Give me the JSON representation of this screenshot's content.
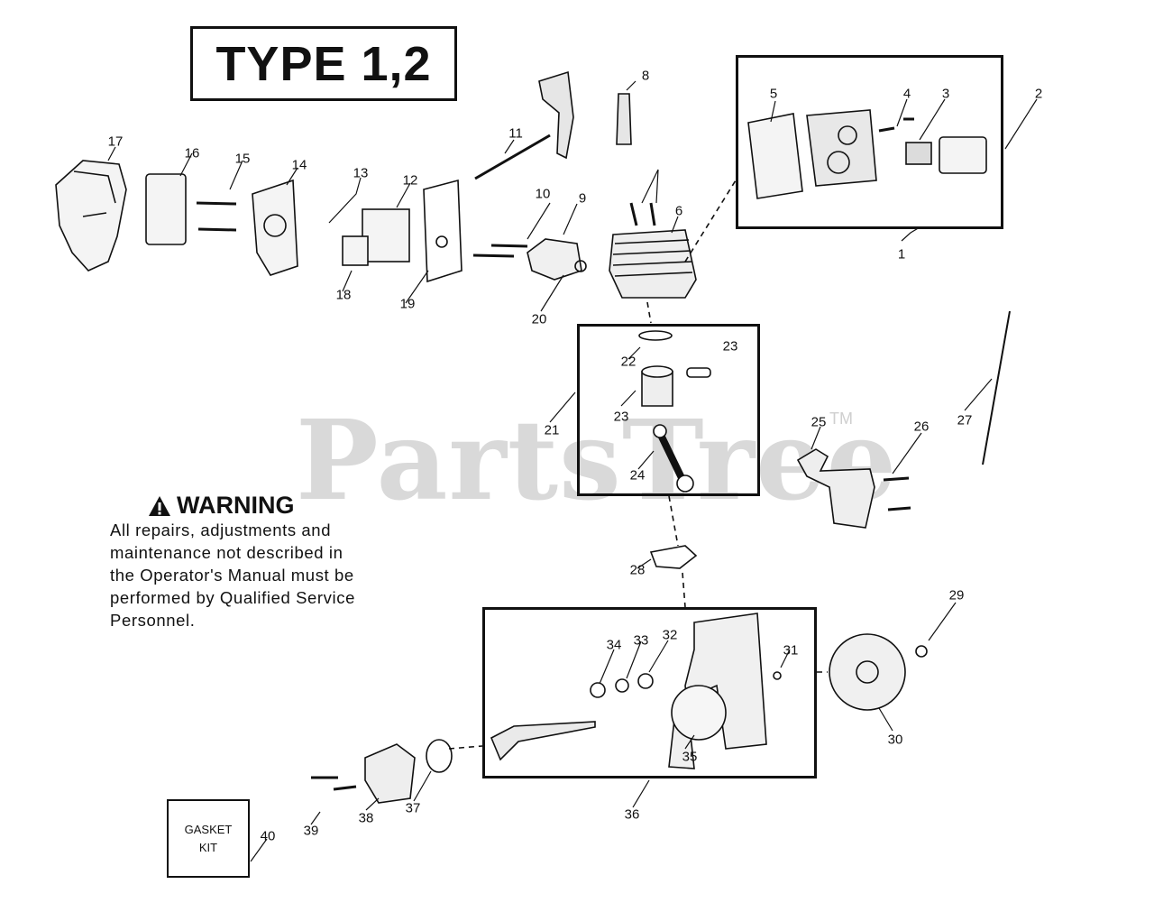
{
  "header": {
    "type_label": "TYPE 1,2"
  },
  "watermark": {
    "text": "PartsTree",
    "tm": "TM"
  },
  "warning": {
    "title": "WARNING",
    "lines": [
      "All repairs, adjustments and",
      "maintenance not described in",
      "the Operator's Manual must be",
      "performed by Qualified Service",
      "Personnel."
    ]
  },
  "gasket_kit": {
    "line1": "GASKET",
    "line2": "KIT"
  },
  "callouts": [
    "1",
    "2",
    "3",
    "4",
    "5",
    "6",
    "8",
    "9",
    "10",
    "11",
    "12",
    "13",
    "14",
    "15",
    "16",
    "17",
    "18",
    "19",
    "20",
    "21",
    "22",
    "23",
    "23",
    "24",
    "25",
    "26",
    "27",
    "28",
    "29",
    "30",
    "31",
    "32",
    "33",
    "34",
    "35",
    "36",
    "37",
    "38",
    "39",
    "40"
  ]
}
